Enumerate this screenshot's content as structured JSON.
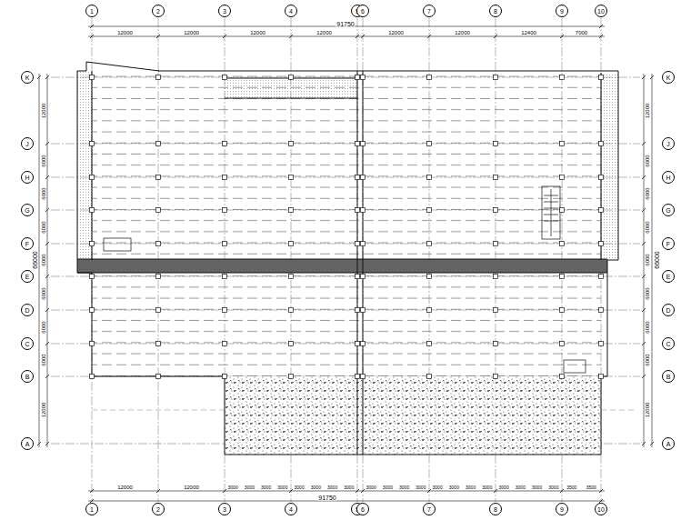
{
  "diagram": {
    "nodes": [
      {
        "text": [
          "1"
        ]
      },
      {
        "text": [
          "2"
        ]
      },
      {
        "text": [
          "3"
        ]
      },
      {
        "text": [
          "4"
        ]
      },
      {
        "text": [
          "5"
        ]
      },
      {
        "text": [
          "6"
        ]
      },
      {
        "text": [
          "7"
        ]
      },
      {
        "text": [
          "8"
        ]
      },
      {
        "text": [
          "9"
        ]
      },
      {
        "text": [
          "10"
        ]
      },
      {
        "text": [
          "K"
        ]
      },
      {
        "text": [
          "J"
        ]
      },
      {
        "text": [
          "H"
        ]
      },
      {
        "text": [
          "G"
        ]
      },
      {
        "text": [
          "F"
        ]
      },
      {
        "text": [
          "E"
        ]
      },
      {
        "text": [
          "D"
        ]
      },
      {
        "text": [
          "C"
        ]
      },
      {
        "text": [
          "B"
        ]
      },
      {
        "text": [
          "A"
        ]
      },
      {
        "text": [
          "K"
        ]
      },
      {
        "text": [
          "J"
        ]
      },
      {
        "text": [
          "H"
        ]
      },
      {
        "text": [
          "G"
        ]
      },
      {
        "text": [
          "F"
        ]
      },
      {
        "text": [
          "E"
        ]
      },
      {
        "text": [
          "D"
        ]
      },
      {
        "text": [
          "C"
        ]
      },
      {
        "text": [
          "B"
        ]
      },
      {
        "text": [
          "A"
        ]
      },
      {
        "text": [
          "1"
        ]
      },
      {
        "text": [
          "2"
        ]
      },
      {
        "text": [
          "3"
        ]
      },
      {
        "text": [
          "4"
        ]
      },
      {
        "text": [
          "5"
        ]
      },
      {
        "text": [
          "6"
        ]
      },
      {
        "text": [
          "7"
        ]
      },
      {
        "text": [
          "8"
        ]
      },
      {
        "text": [
          "9"
        ]
      },
      {
        "text": [
          "10"
        ]
      }
    ],
    "labels": [
      "91750",
      "12000",
      "12000",
      "12000",
      "12000",
      "12000",
      "12000",
      "12400",
      "7000",
      "12000",
      "12000",
      "3000",
      "3000",
      "3000",
      "3000",
      "3000",
      "3000",
      "3000",
      "3000",
      "3000",
      "3000",
      "3000",
      "3000",
      "3000",
      "3000",
      "3000",
      "3000",
      "3000",
      "3000",
      "3000",
      "3000",
      "3500",
      "3500",
      "91750",
      "12000",
      "6000",
      "6000",
      "6000",
      "6000",
      "6000",
      "6000",
      "6000",
      "12000",
      "66000",
      "12000",
      "6000",
      "6000",
      "6000",
      "6000",
      "6000",
      "6000",
      "6000",
      "12000",
      "66000"
    ]
  }
}
